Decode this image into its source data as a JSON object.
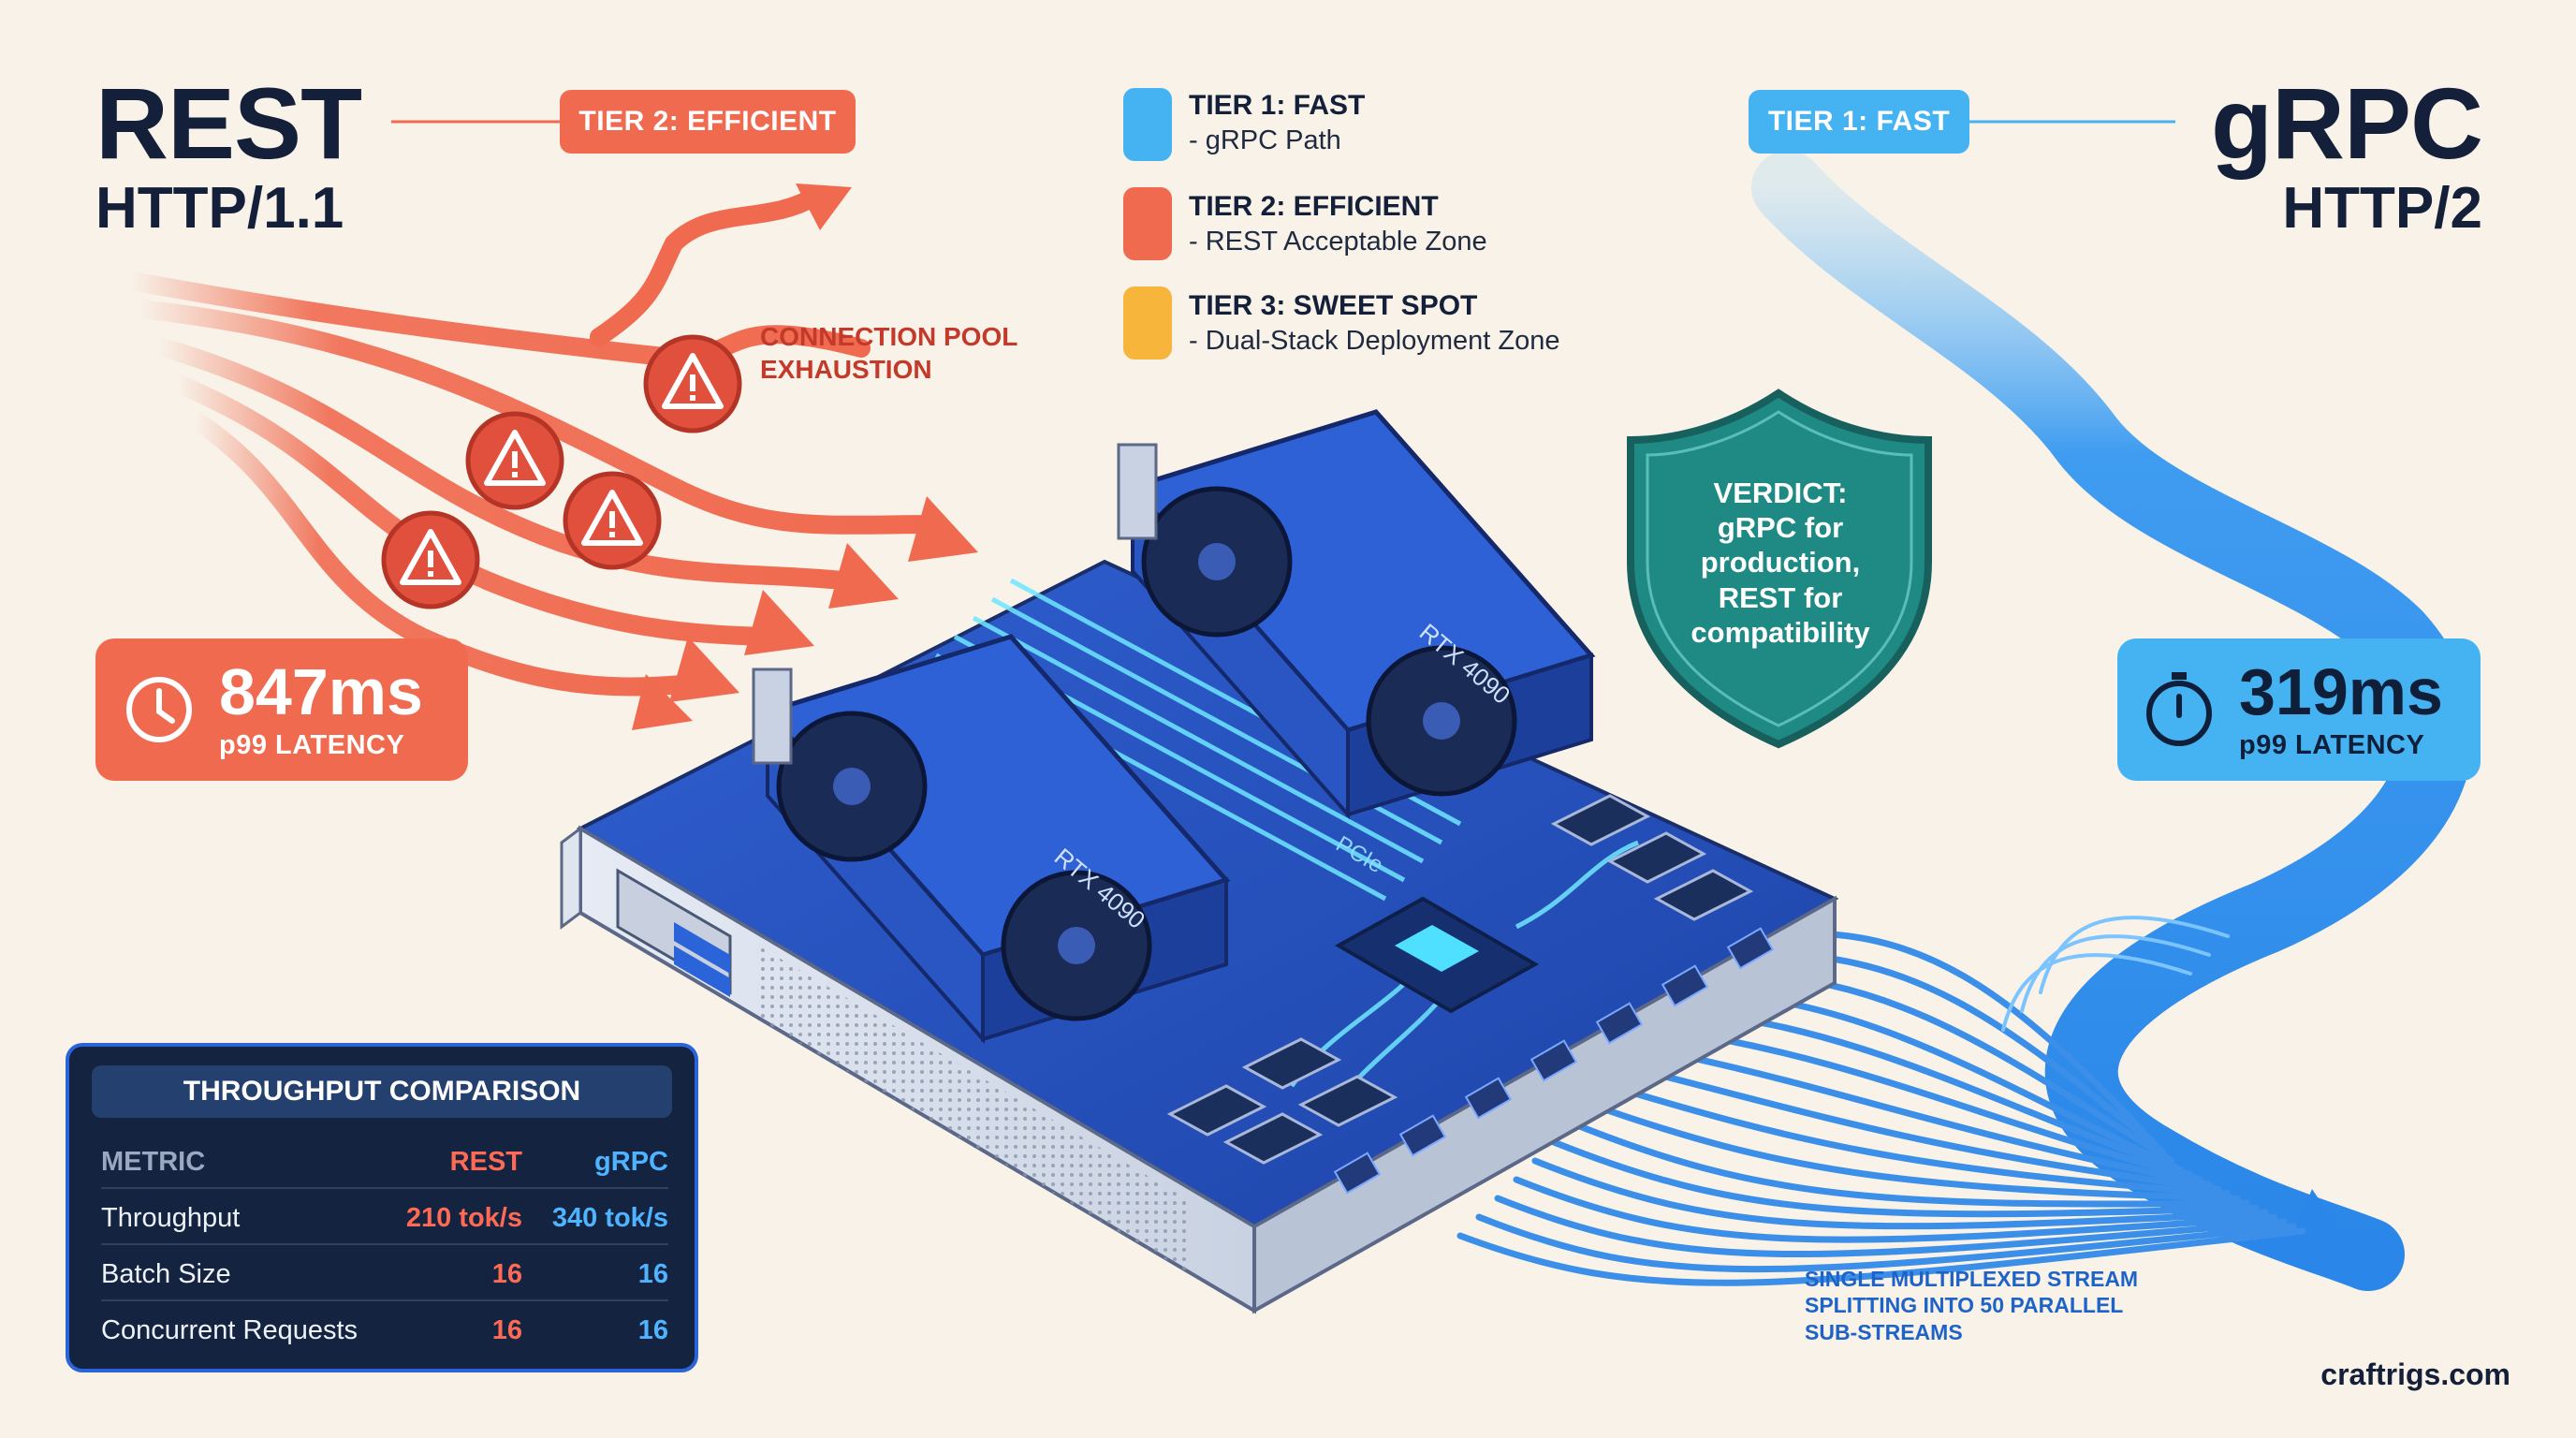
{
  "rest": {
    "title": "REST",
    "subtitle": "HTTP/1.1",
    "tier_badge": "TIER 2: EFFICIENT",
    "latency_value": "847ms",
    "latency_label": "p99 LATENCY",
    "color": "#f06a4f"
  },
  "grpc": {
    "title": "gRPC",
    "subtitle": "HTTP/2",
    "tier_badge": "TIER 1: FAST",
    "latency_value": "319ms",
    "latency_label": "p99 LATENCY",
    "color": "#45b3f2"
  },
  "legend": [
    {
      "heading": "TIER 1: FAST",
      "description": "- gRPC Path",
      "color": "#45b3f2"
    },
    {
      "heading": "TIER 2: EFFICIENT",
      "description": "- REST Acceptable Zone",
      "color": "#f06a4f"
    },
    {
      "heading": "TIER 3: SWEET SPOT",
      "description": "- Dual-Stack Deployment Zone",
      "color": "#f7b53c"
    }
  ],
  "warning": {
    "line1": "CONNECTION POOL",
    "line2": "EXHAUSTION"
  },
  "verdict": {
    "line1": "VERDICT:",
    "line2": "gRPC for",
    "line3": "production,",
    "line4": "REST for",
    "line5": "compatibility"
  },
  "gpu_label_1": "RTX 4090",
  "gpu_label_2": "RTX 4090",
  "pcie_label": "PCIe",
  "stream_note": {
    "line1": "SINGLE MULTIPLEXED STREAM",
    "line2": "SPLITTING INTO 50 PARALLEL",
    "line3": "SUB-STREAMS"
  },
  "table": {
    "title": "THROUGHPUT COMPARISON",
    "headers": [
      "METRIC",
      "REST",
      "gRPC"
    ],
    "rows": [
      [
        "Throughput",
        "210 tok/s",
        "340 tok/s"
      ],
      [
        "Batch Size",
        "16",
        "16"
      ],
      [
        "Concurrent Requests",
        "16",
        "16"
      ]
    ]
  },
  "credit": "craftrigs.com"
}
